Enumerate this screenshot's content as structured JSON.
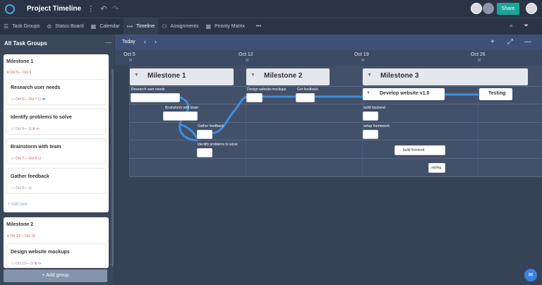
{
  "topbar": {
    "project": "Project Timeline",
    "share": "Share"
  },
  "nav": {
    "items": [
      {
        "label": "Task Groups",
        "icon": "☰"
      },
      {
        "label": "Status Board",
        "icon": "⊜"
      },
      {
        "label": "Calendar",
        "icon": "▦"
      },
      {
        "label": "Timeline",
        "icon": "•••"
      },
      {
        "label": "Assignments",
        "icon": "⚇"
      },
      {
        "label": "Priority Matrix",
        "icon": "▦"
      }
    ],
    "more": "•••"
  },
  "left": {
    "title": "All Task Groups",
    "add_group": "+ Add group",
    "add_task": "+ Add task",
    "groups": [
      {
        "name": "Milestone 1",
        "dates": "Oct 5— Oct 9",
        "tasks": [
          {
            "name": "Research user needs",
            "meta": "Oct 5— Oct 7"
          },
          {
            "name": "Identify problems to solve",
            "meta": "Oct 9—"
          },
          {
            "name": "Brainstorm with team",
            "meta": "Oct 7— Oct 8"
          },
          {
            "name": "Gather feedback",
            "meta": "Oct 9—"
          }
        ]
      },
      {
        "name": "Milestone 2",
        "dates": "Oct 12— Oct 16",
        "tasks": [
          {
            "name": "Design website mockups",
            "meta": "Oct 12—"
          }
        ]
      }
    ]
  },
  "gantt": {
    "today": "Today",
    "dates": [
      {
        "label": "Oct 5",
        "m": "M"
      },
      {
        "label": "Oct 12",
        "m": "M"
      },
      {
        "label": "Oct 19",
        "m": "M"
      },
      {
        "label": "Oct 26",
        "m": "M"
      }
    ],
    "milestones": [
      "Milestone 1",
      "Milestone 2",
      "Milestone 3"
    ],
    "tasks": {
      "research": "Research user needs",
      "brainstorm": "Brainstorm with team",
      "gather": "Gather feedback",
      "identify": "Identify problems to solve",
      "design": "Design website mockups",
      "getfb": "Get feedback",
      "develop": "Develop website v1.0",
      "testing": "Testing",
      "backend": "build backend",
      "setup": "setup framework",
      "frontend": "build frontend",
      "styling": "styling"
    }
  }
}
